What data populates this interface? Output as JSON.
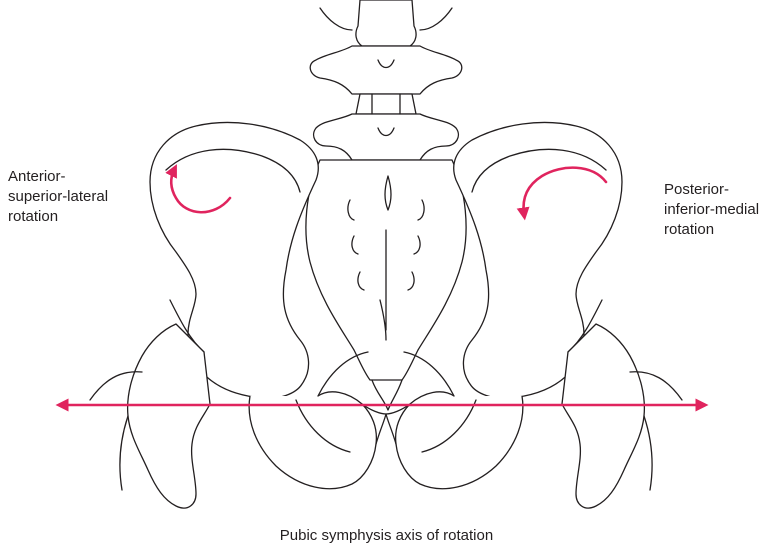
{
  "labels": {
    "left_rotation": [
      "Anterior-",
      "superior-lateral",
      "rotation"
    ],
    "right_rotation": [
      "Posterior-",
      "inferior-medial",
      "rotation"
    ],
    "axis_caption": "Pubic symphysis axis of rotation"
  },
  "colors": {
    "arrow": "#e0245e",
    "line_art": "#231f20"
  },
  "icons": {
    "left_arrow": "curved-arrow-counterclockwise-icon",
    "right_arrow": "curved-arrow-clockwise-icon",
    "axis_arrow": "double-headed-arrow-icon"
  }
}
